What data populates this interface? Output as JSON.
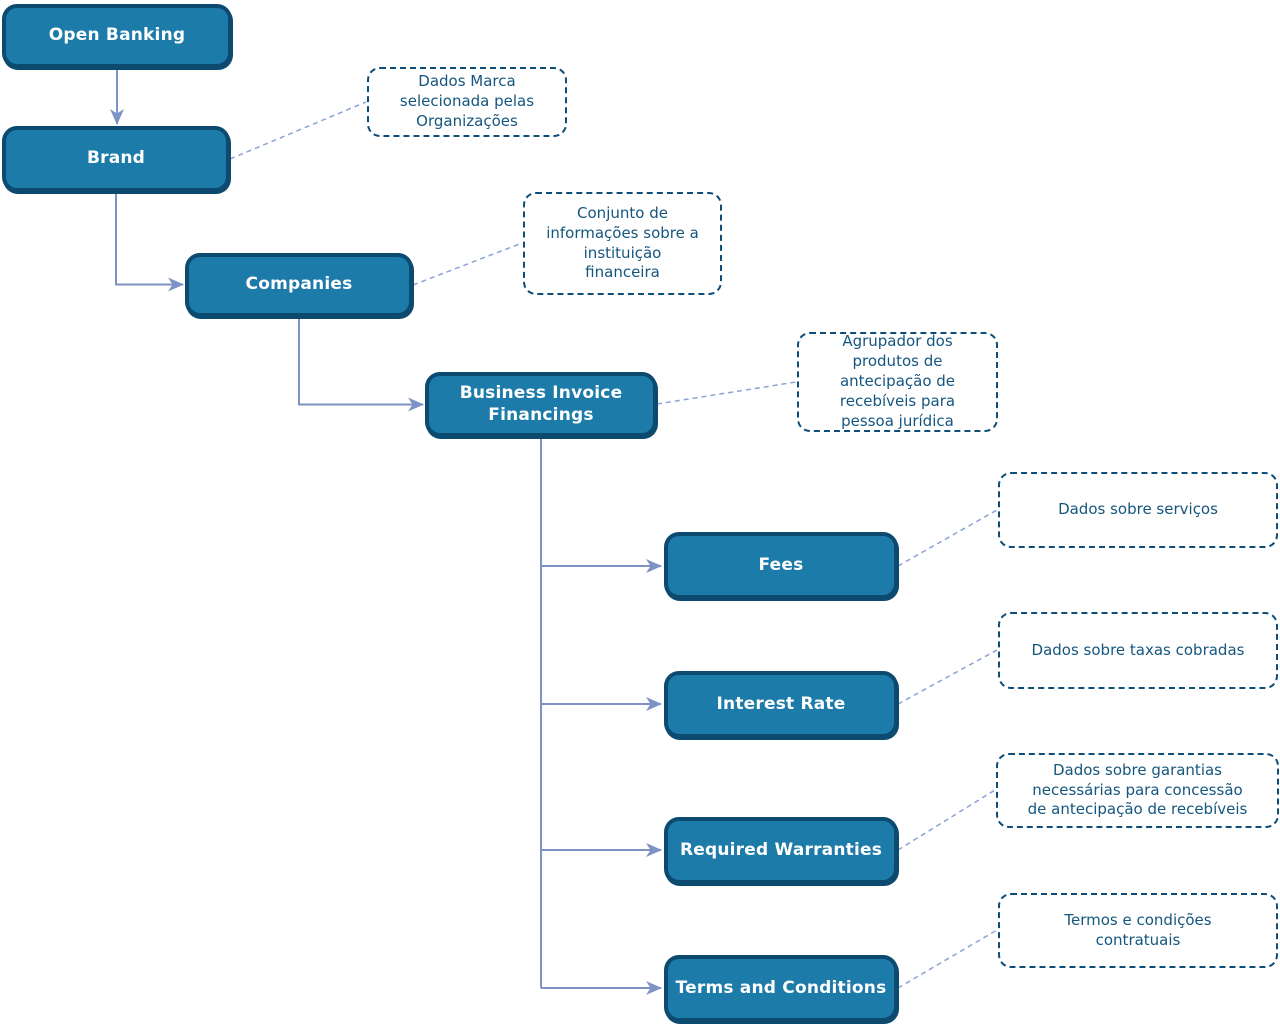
{
  "diagram": {
    "type": "hierarchy-flowchart",
    "colors": {
      "background": "#ffffff",
      "node_fill": "#1d7ba9",
      "node_border": "#0c4a70",
      "node_text": "#ffffff",
      "callout_border": "#0e4d78",
      "callout_text": "#15567f",
      "connector": "#7d93c6",
      "callout_connector": "#8ba2d4"
    },
    "nodes": [
      {
        "id": "open-banking",
        "label": "Open Banking"
      },
      {
        "id": "brand",
        "label": "Brand"
      },
      {
        "id": "companies",
        "label": "Companies"
      },
      {
        "id": "business-invoice-financings",
        "label": "Business Invoice\nFinancings"
      },
      {
        "id": "fees",
        "label": "Fees"
      },
      {
        "id": "interest-rate",
        "label": "Interest Rate"
      },
      {
        "id": "required-warranties",
        "label": "Required Warranties"
      },
      {
        "id": "terms-and-conditions",
        "label": "Terms and Conditions"
      }
    ],
    "edges": [
      {
        "from": "open-banking",
        "to": "brand"
      },
      {
        "from": "brand",
        "to": "companies"
      },
      {
        "from": "companies",
        "to": "business-invoice-financings"
      },
      {
        "from": "business-invoice-financings",
        "to": "fees"
      },
      {
        "from": "business-invoice-financings",
        "to": "interest-rate"
      },
      {
        "from": "business-invoice-financings",
        "to": "required-warranties"
      },
      {
        "from": "business-invoice-financings",
        "to": "terms-and-conditions"
      }
    ],
    "annotations": [
      {
        "for": "brand",
        "text": "Dados Marca\nselecionada pelas\nOrganizações"
      },
      {
        "for": "companies",
        "text": "Conjunto de\ninformações sobre a\ninstituição\nfinanceira"
      },
      {
        "for": "business-invoice-financings",
        "text": "Agrupador dos\nprodutos de\nantecipação de\nrecebíveis para\npessoa jurídica"
      },
      {
        "for": "fees",
        "text": "Dados sobre serviços"
      },
      {
        "for": "interest-rate",
        "text": "Dados sobre taxas cobradas"
      },
      {
        "for": "required-warranties",
        "text": "Dados sobre garantias\nnecessárias para concessão\nde antecipação de recebíveis"
      },
      {
        "for": "terms-and-conditions",
        "text": "Termos e condições\ncontratuais"
      }
    ]
  }
}
